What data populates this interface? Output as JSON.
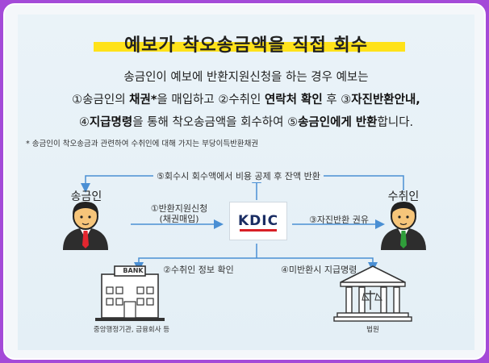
{
  "title": "예보가 착오송금액을 직접 회수",
  "desc": {
    "line1": "송금인이 예보에 반환지원신청을 하는 경우 예보는",
    "line2": {
      "p1": "①송금인의 ",
      "b1": "채권*",
      "p2": "을 매입하고 ②수취인 ",
      "b2": "연락처 확인",
      "p3": " 후 ③",
      "b3": "자진반환안내,"
    },
    "line3": {
      "p1": "④",
      "b1": "지급명령",
      "p2": "을 통해 착오송금액을 회수하여 ⑤",
      "b2": "송금인에게 반환",
      "p3": "합니다."
    }
  },
  "note": "* 송금인이 착오송금과 관련하여 수취인에 대해 가지는 부당이득반환채권",
  "diagram": {
    "step5": "⑤회수시 회수액에서 비용 공제 후 잔액 반환",
    "sender": "송금인",
    "receiver": "수취인",
    "step1_line1": "①반환지원신청",
    "step1_line2": "(채권매입)",
    "center_logo": "KDIC",
    "step3": "③자진반환 권유",
    "step2": "②수취인 정보 확인",
    "step4": "④미반환시 지급명령",
    "bank_sign": "BANK",
    "bank_label": "중앙행정기관, 금융회사 등",
    "court_label": "법원"
  },
  "colors": {
    "frame": "#a44ad8",
    "highlight": "#ffe21a",
    "arrow": "#4a8fd4",
    "logo_text": "#1a2d63",
    "logo_accent": "#d81f26"
  }
}
